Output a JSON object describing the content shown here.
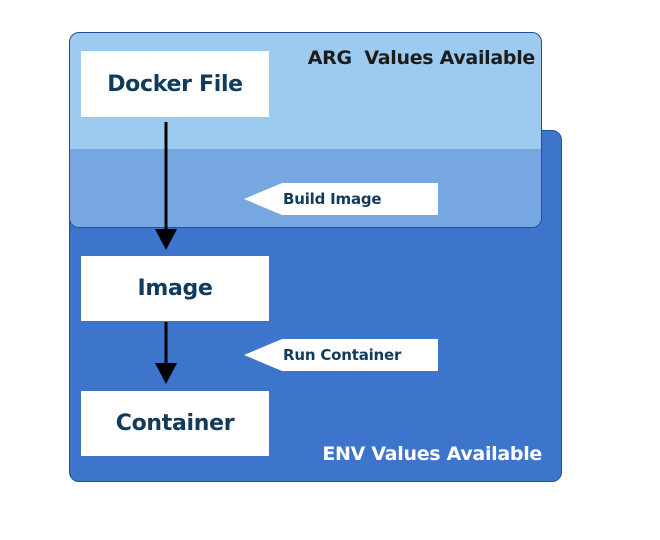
{
  "env_panel": {
    "label": "ENV Values Available",
    "color": "#3d74cc"
  },
  "arg_panel": {
    "label": "ARG  Values Available",
    "color": "#9ccbef"
  },
  "nodes": {
    "docker_file": "Docker File",
    "image": "Image",
    "container": "Container"
  },
  "steps": {
    "build_image": "Build Image",
    "run_container": "Run Container"
  },
  "edges": [
    {
      "from": "docker_file",
      "to": "image"
    },
    {
      "from": "image",
      "to": "container"
    }
  ]
}
